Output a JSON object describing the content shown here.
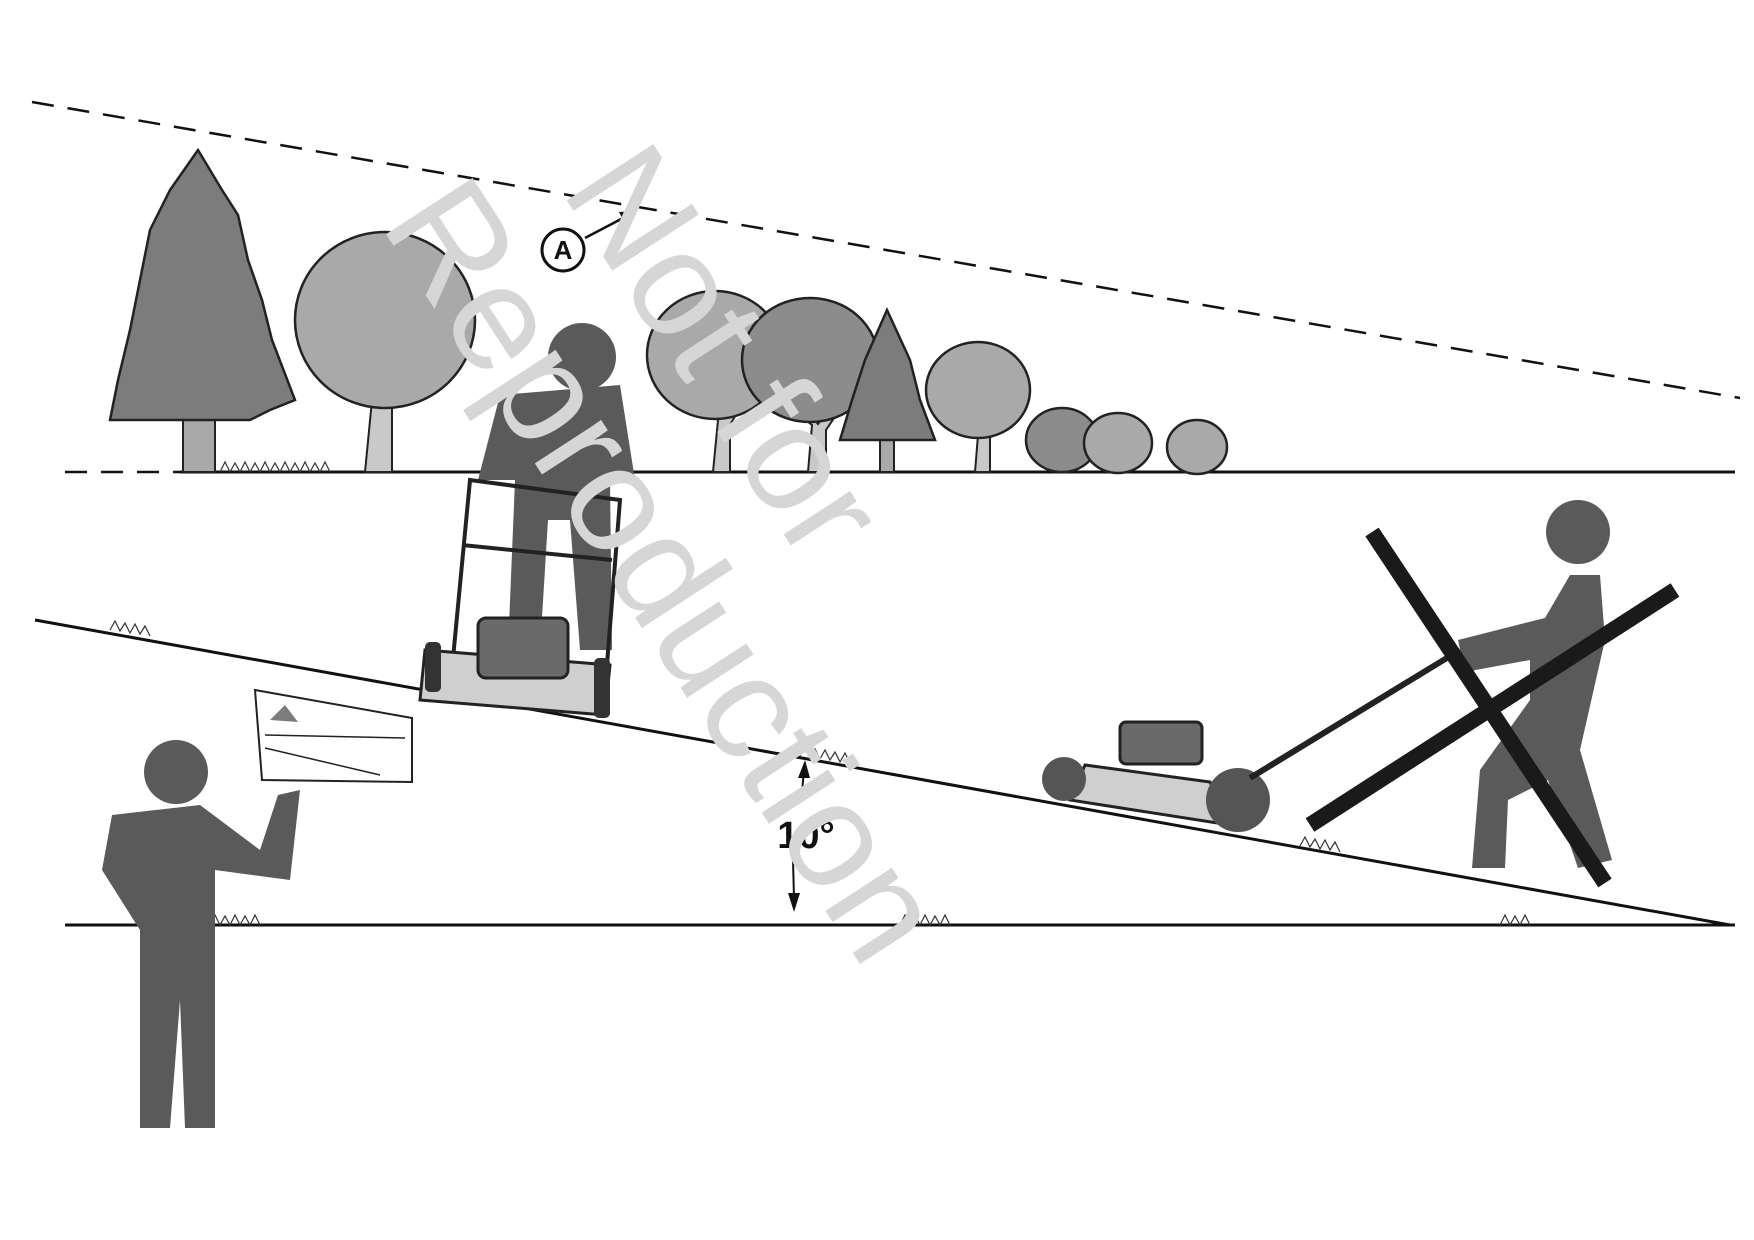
{
  "labels": {
    "callout": "A",
    "angle": "10°"
  },
  "watermark": {
    "line1": "Not for",
    "line2": "Reproduction"
  },
  "colors": {
    "figure": "#5a5a5a",
    "tree_dark": "#7c7c7c",
    "tree_light": "#a9a9a9",
    "ground": "#111111",
    "cross": "#1a1a1a",
    "watermark": "#d6d6d6"
  },
  "icons": {
    "standing_person": "person-icon",
    "mower_operator": "person-icon",
    "prohibited_operator": "person-icon",
    "prohibition_mark": "x-cross-icon"
  }
}
